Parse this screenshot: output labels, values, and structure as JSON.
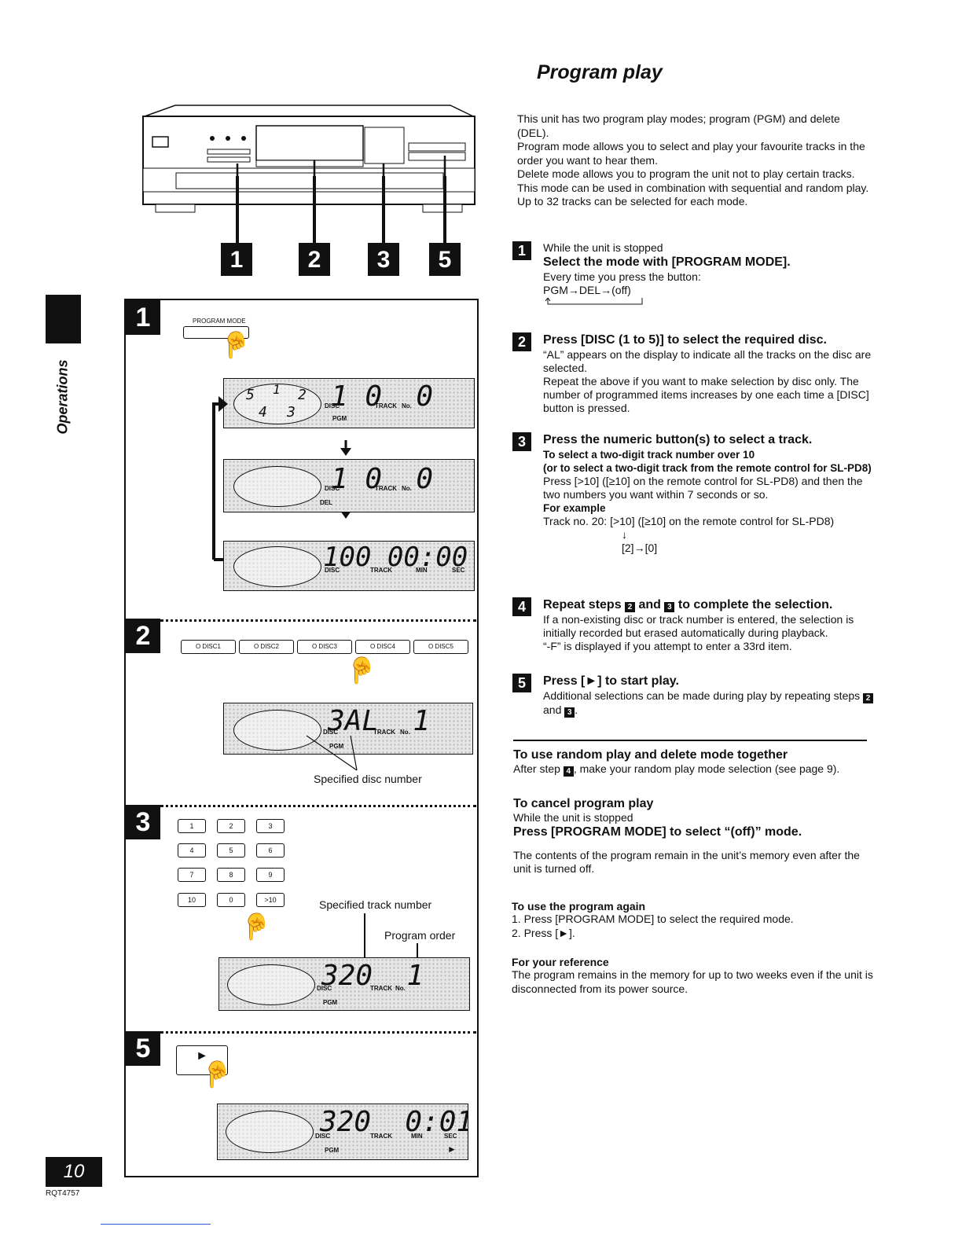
{
  "page": {
    "title": "Program play",
    "section_label": "Operations",
    "page_number": "10",
    "doc_code": "RQT4757"
  },
  "intro": [
    "This unit has two program play modes; program (PGM) and delete (DEL).",
    "Program mode allows you to select and play your favourite tracks in the order you want to hear them.",
    "Delete mode allows you to program the unit not to play certain tracks. This mode can be used in combination with sequential and random play.",
    "Up to 32 tracks can be selected for each mode."
  ],
  "steps": {
    "s1": {
      "num": "1",
      "pre": "While the unit is stopped",
      "head": "Select the mode with [PROGRAM MODE].",
      "line1": "Every time you press the button:",
      "cycle": "PGM→DEL→(off)"
    },
    "s2": {
      "num": "2",
      "head": "Press [DISC (1 to 5)] to select the required disc.",
      "p1": "“AL” appears on the display to indicate all the tracks on the disc are selected.",
      "p2": "Repeat the above if you want to make selection by disc only. The number of programmed items increases by one each time a [DISC] button is pressed."
    },
    "s3": {
      "num": "3",
      "head": "Press the numeric button(s) to select a track.",
      "sub1": "To select a two-digit track number over 10",
      "sub2": "(or to select a two-digit track from the remote control for SL-PD8)",
      "p1": "Press [>10] ([≥10] on the remote control for SL-PD8) and then the two numbers you want within 7 seconds or so.",
      "example_label": "For example",
      "example": "Track no. 20: [>10] ([≥10] on the remote control for SL-PD8)",
      "arrow": "↓",
      "example2": "[2]→[0]"
    },
    "s4": {
      "num": "4",
      "head_a": "Repeat steps",
      "ref_a": "2",
      "head_b": "and",
      "ref_b": "3",
      "head_c": "to complete the selection.",
      "p1": "If a non-existing disc or track number is entered, the selection is initially recorded but erased automatically during playback.",
      "p2": "“-F” is displayed if you attempt to enter a 33rd item."
    },
    "s5": {
      "num": "5",
      "head": "Press [►] to start play.",
      "p1": "Additional selections can be made during play by repeating steps",
      "ref_a": "2",
      "and": "and",
      "ref_b": "3",
      "end": "."
    }
  },
  "random": {
    "head": "To use random play and delete mode together",
    "text_a": "After step",
    "ref": "4",
    "text_b": ", make your random play mode selection (see page 9)."
  },
  "cancel": {
    "head": "To cancel program play",
    "pre": "While the unit is stopped",
    "bold": "Press [PROGRAM MODE] to select “(off)” mode.",
    "text": "The contents of the program remain in the unit’s memory even after the unit is turned off."
  },
  "again": {
    "head": "To use the program again",
    "item1": "1.  Press [PROGRAM MODE] to select the required mode.",
    "item2": "2.  Press [►]."
  },
  "reference": {
    "head": "For your reference",
    "text": "The program remains in the memory for up to two weeks even if the unit is disconnected from its power source."
  },
  "figure": {
    "callouts": [
      "1",
      "2",
      "3",
      "5"
    ],
    "step_labels": [
      "1",
      "2",
      "3",
      "5"
    ],
    "program_mode_label": "PROGRAM MODE",
    "disc_buttons": [
      "O DISC1",
      "O DISC2",
      "O DISC3",
      "O DISC4",
      "O DISC5"
    ],
    "keypad": [
      "1",
      "2",
      "3",
      "4",
      "5",
      "6",
      "7",
      "8",
      "9",
      "10",
      "0",
      ">10"
    ],
    "play_symbol": "►",
    "cap_disc": "Specified disc number",
    "cap_track": "Specified track number",
    "cap_order": "Program order",
    "lcd1": {
      "ring": [
        "5",
        "1",
        "2",
        "4",
        "3"
      ],
      "digits": "1 0  0",
      "tags": [
        "DISC",
        "TRACK",
        "No.",
        "PGM"
      ]
    },
    "lcd2": {
      "digits": "1 0  0",
      "tags": [
        "DISC",
        "TRACK",
        "No.",
        "DEL"
      ]
    },
    "lcd3": {
      "digits": "100 00:00",
      "tags": [
        "DISC",
        "TRACK",
        "MIN",
        "SEC"
      ]
    },
    "lcd4": {
      "digits": "3AL  1",
      "tags": [
        "DISC",
        "TRACK",
        "No.",
        "PGM"
      ]
    },
    "lcd5": {
      "digits": "320  1",
      "tags": [
        "DISC",
        "TRACK",
        "No.",
        "PGM"
      ]
    },
    "lcd6": {
      "digits": "320  0:01",
      "tags": [
        "DISC",
        "TRACK",
        "MIN",
        "SEC",
        "PGM"
      ]
    }
  }
}
